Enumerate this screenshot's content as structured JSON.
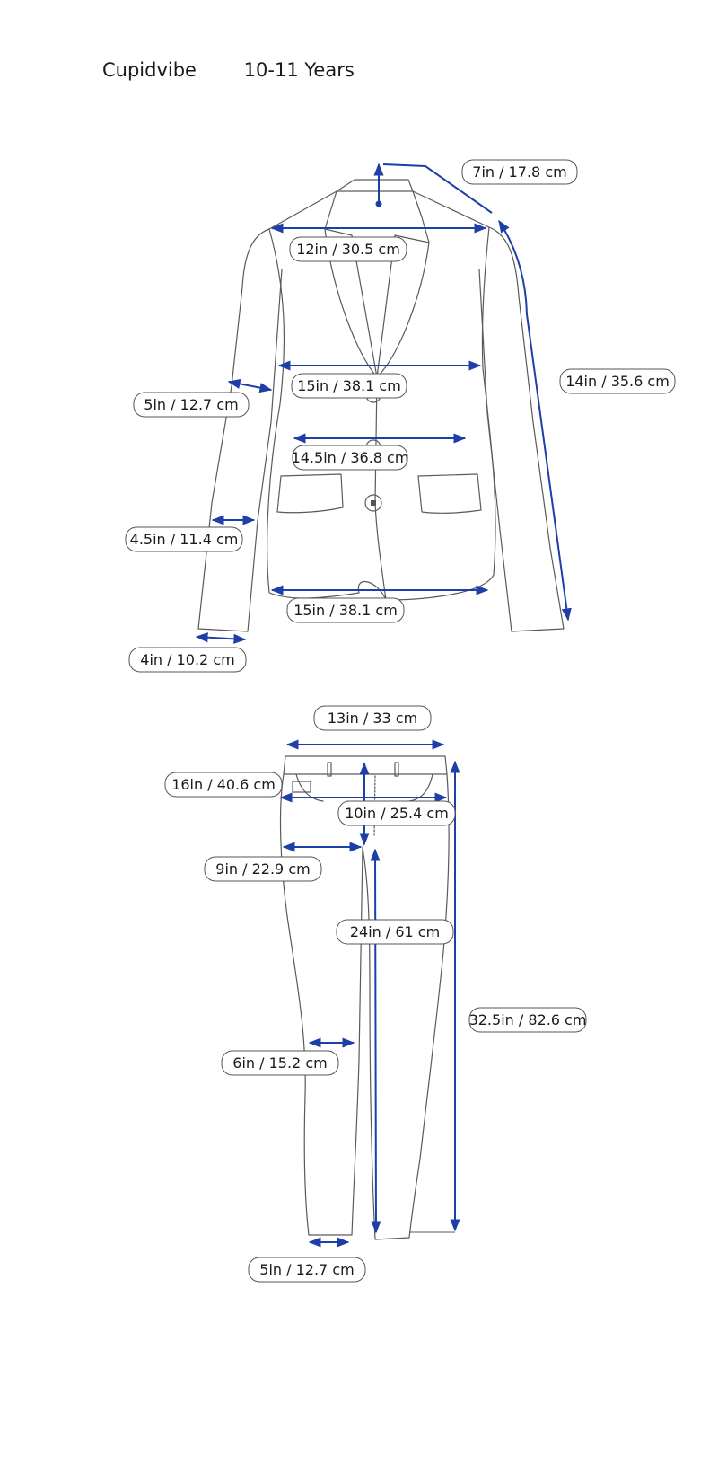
{
  "header": {
    "brand": "Cupidvibe",
    "size": "10-11 Years"
  },
  "jacket": {
    "collar": "7in / 17.8 cm",
    "shoulder": "12in / 30.5 cm",
    "sleeve_length": "14in / 35.6 cm",
    "chest": "15in / 38.1 cm",
    "upper_arm": "5in / 12.7 cm",
    "waist": "14.5in / 36.8 cm",
    "forearm": "4.5in / 11.4 cm",
    "hem": "15in / 38.1 cm",
    "cuff": "4in / 10.2 cm"
  },
  "pants": {
    "waist": "13in / 33 cm",
    "hip": "16in / 40.6 cm",
    "rise": "10in / 25.4 cm",
    "thigh": "9in / 22.9 cm",
    "inseam": "24in / 61 cm",
    "outseam": "32.5in / 82.6 cm",
    "knee": "6in / 15.2 cm",
    "leg_opening": "5in / 12.7 cm"
  },
  "colors": {
    "dimension_line": "#1f3fa8",
    "outline": "#5a5a5a"
  }
}
